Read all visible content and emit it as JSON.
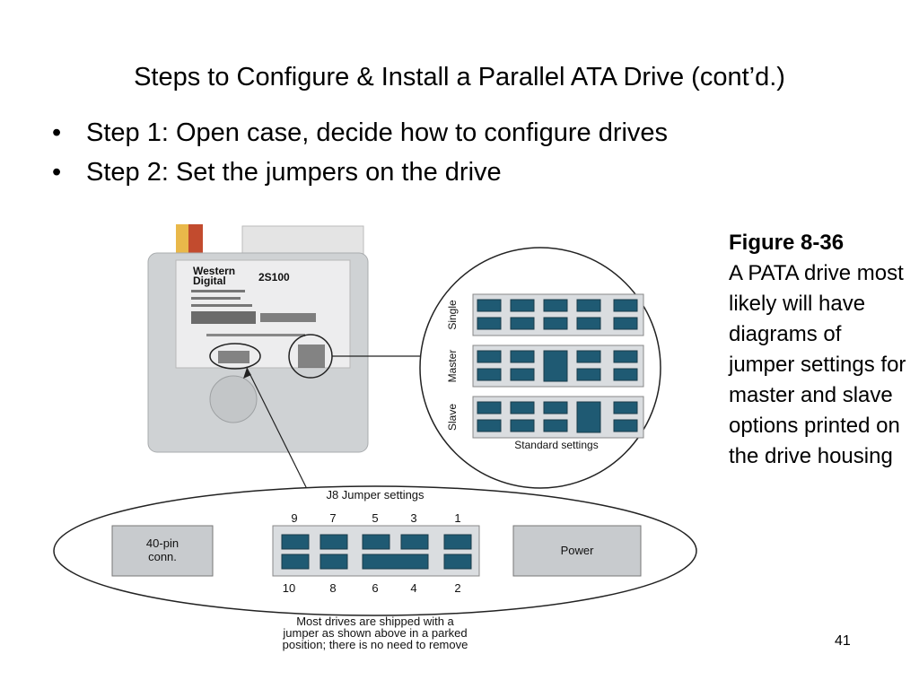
{
  "slide": {
    "title": "Steps to Configure & Install a Parallel ATA Drive (cont’d.)",
    "bullets": [
      "Step 1: Open case, decide how to configure drives",
      "Step 2: Set the jumpers on the drive"
    ],
    "page_number": "41"
  },
  "caption": {
    "heading": "Figure 8-36",
    "text": "A PATA drive most likely will have diagrams of jumper settings for master and slave options printed on the drive housing"
  },
  "figure": {
    "drive_label": {
      "brand_line1": "Western",
      "brand_line2": "Digital",
      "model": "2S100"
    },
    "inset": {
      "rows": [
        "Single",
        "Master",
        "Slave"
      ],
      "footer": "Standard settings"
    },
    "j8": {
      "title": "J8 Jumper settings",
      "top_pins": [
        "9",
        "7",
        "5",
        "3",
        "1"
      ],
      "bottom_pins": [
        "10",
        "8",
        "6",
        "4",
        "2"
      ],
      "left_box": "40-pin conn.",
      "left_box_line1": "40-pin",
      "left_box_line2": "conn.",
      "right_box": "Power",
      "note_line1": "Most drives are shipped with a",
      "note_line2": "jumper as shown above in a parked",
      "note_line3": "position; there is no need to remove"
    }
  },
  "colors": {
    "pin_fill": "#1f5a73",
    "panel_fill": "#dadde0",
    "box_fill": "#c8cbce"
  }
}
